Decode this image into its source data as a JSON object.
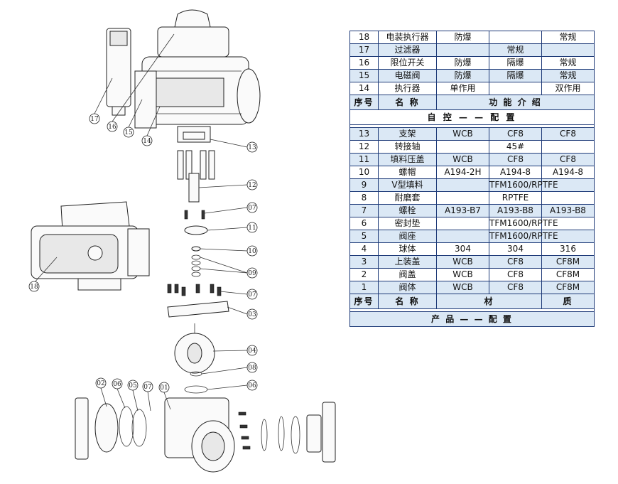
{
  "callouts": [
    "17",
    "16",
    "15",
    "14",
    "13",
    "12",
    "07",
    "11",
    "10",
    "09",
    "07",
    "03",
    "04",
    "08",
    "06",
    "18",
    "02",
    "06",
    "05",
    "07",
    "01"
  ],
  "table": {
    "function_rows": [
      {
        "no": "18",
        "name": "电装执行器",
        "c1": "防爆",
        "c2": "",
        "c3": "常规"
      },
      {
        "no": "17",
        "name": "过滤器",
        "c1": "",
        "c2": "常规",
        "c3": ""
      },
      {
        "no": "16",
        "name": "限位开关",
        "c1": "防爆",
        "c2": "隔爆",
        "c3": "常规"
      },
      {
        "no": "15",
        "name": "电磁阀",
        "c1": "防爆",
        "c2": "隔爆",
        "c3": "常规"
      },
      {
        "no": "14",
        "name": "执行器",
        "c1": "单作用",
        "c2": "",
        "c3": "双作用"
      }
    ],
    "function_header": {
      "no": "序号",
      "name": "名 称",
      "desc": "功 能 介 绍"
    },
    "auto_section": "自 控 — — 配 置",
    "material_rows": [
      {
        "no": "13",
        "name": "支架",
        "c1": "WCB",
        "c2": "CF8",
        "c3": "CF8"
      },
      {
        "no": "12",
        "name": "转接轴",
        "c1": "",
        "c2": "45#",
        "c3": ""
      },
      {
        "no": "11",
        "name": "填料压盖",
        "c1": "WCB",
        "c2": "CF8",
        "c3": "CF8"
      },
      {
        "no": "10",
        "name": "螺帽",
        "c1": "A194-2H",
        "c2": "A194-8",
        "c3": "A194-8"
      },
      {
        "no": "9",
        "name": "V型填料",
        "c1": "",
        "c2": "TFM1600/RPTFE",
        "c3": ""
      },
      {
        "no": "8",
        "name": "耐磨套",
        "c1": "",
        "c2": "RPTFE",
        "c3": ""
      },
      {
        "no": "7",
        "name": "螺栓",
        "c1": "A193-B7",
        "c2": "A193-B8",
        "c3": "A193-B8"
      },
      {
        "no": "6",
        "name": "密封垫",
        "c1": "",
        "c2": "TFM1600/RPTFE",
        "c3": ""
      },
      {
        "no": "5",
        "name": "阀座",
        "c1": "",
        "c2": "TFM1600/RPTFE",
        "c3": ""
      },
      {
        "no": "4",
        "name": "球体",
        "c1": "304",
        "c2": "304",
        "c3": "316"
      },
      {
        "no": "3",
        "name": "上装盖",
        "c1": "WCB",
        "c2": "CF8",
        "c3": "CF8M"
      },
      {
        "no": "2",
        "name": "阀盖",
        "c1": "WCB",
        "c2": "CF8",
        "c3": "CF8M"
      },
      {
        "no": "1",
        "name": "阀体",
        "c1": "WCB",
        "c2": "CF8",
        "c3": "CF8M"
      }
    ],
    "material_header": {
      "no": "序号",
      "name": "名 称",
      "mat": "材",
      "qual": "质"
    },
    "product_section": "产 品 — — 配 置"
  }
}
